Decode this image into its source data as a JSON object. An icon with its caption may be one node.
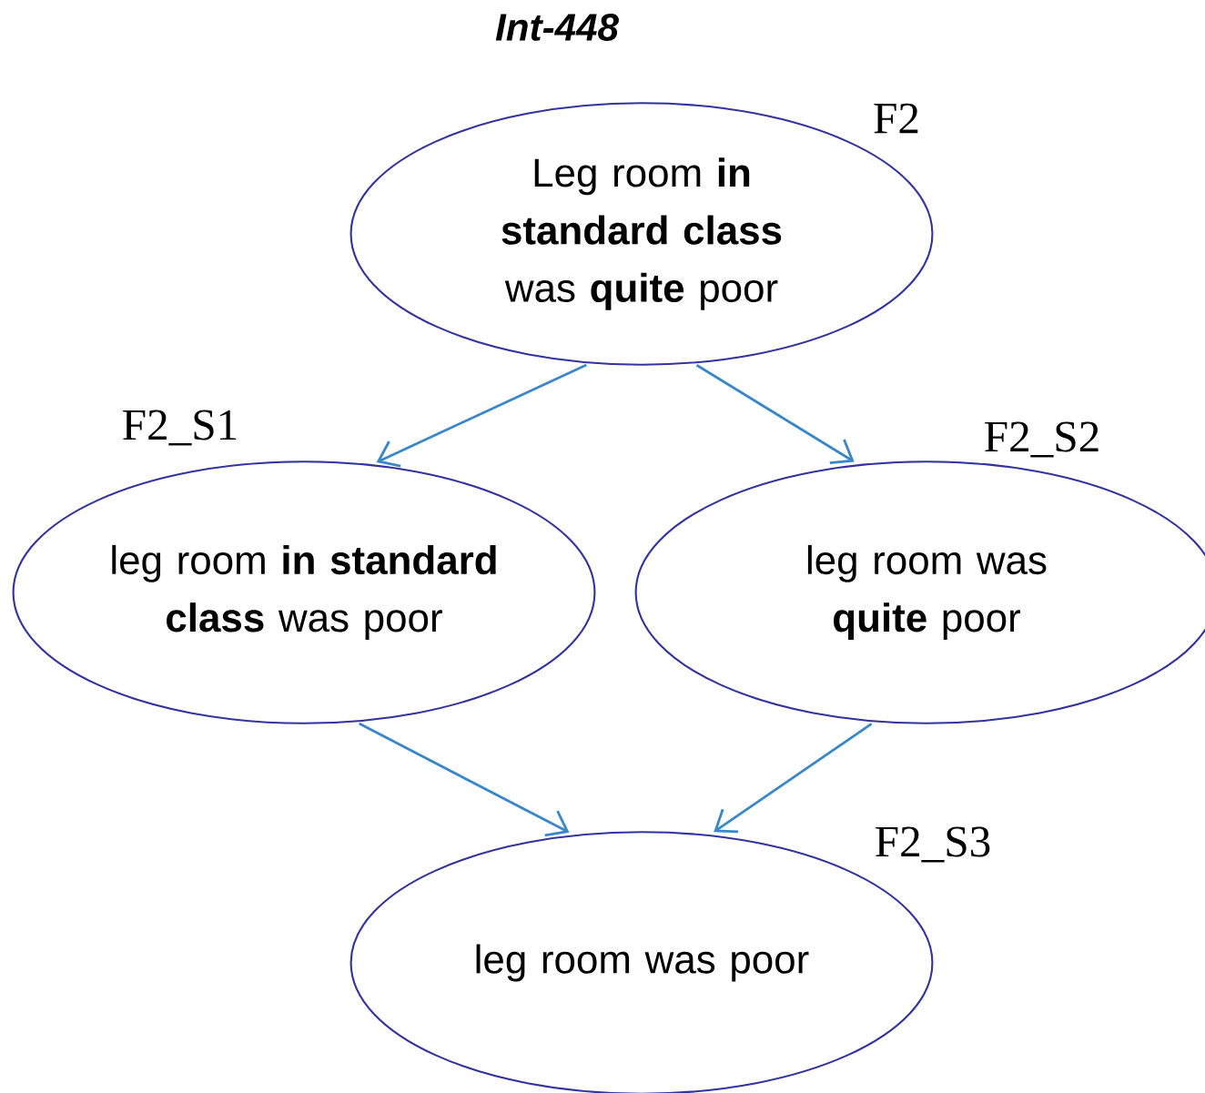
{
  "diagram": {
    "title": "Int-448",
    "nodes": [
      {
        "text": [
          "Leg room **in standard class** was **quite** poor"
        ],
        "beside": [
          "F2"
        ]
      },
      {
        "text": [
          "leg room **in standard class** was poor"
        ],
        "beside": [
          "F2_S1"
        ]
      },
      {
        "text": [
          "leg room was **quite** poor"
        ],
        "beside": [
          "F2_S2"
        ]
      },
      {
        "text": [
          "leg room was poor"
        ],
        "beside": [
          "F2_S3"
        ]
      }
    ],
    "edges": [
      {
        "from": 0,
        "to": 1,
        "arrow": "to"
      },
      {
        "from": 0,
        "to": 2,
        "arrow": "to"
      },
      {
        "from": 1,
        "to": 3,
        "arrow": "to"
      },
      {
        "from": 2,
        "to": 3,
        "arrow": "to"
      }
    ]
  }
}
